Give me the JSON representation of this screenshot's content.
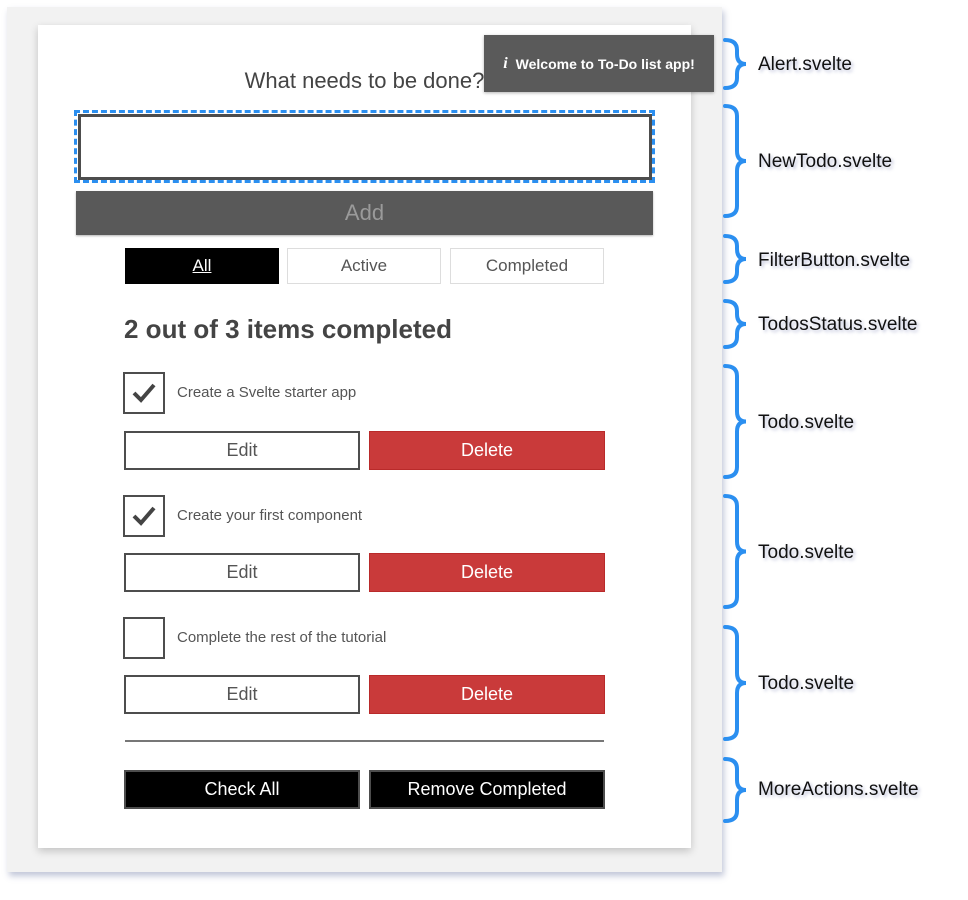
{
  "app": {
    "alert": {
      "icon": "info-icon",
      "icon_glyph": "i",
      "text": "Welcome to To-Do list app!"
    },
    "new_todo": {
      "heading": "What needs to be done?",
      "value": "",
      "add_label": "Add"
    },
    "filters": [
      {
        "label": "All",
        "selected": true
      },
      {
        "label": "Active",
        "selected": false
      },
      {
        "label": "Completed",
        "selected": false
      }
    ],
    "status": "2 out of 3 items completed",
    "todos": [
      {
        "label": "Create a Svelte starter app",
        "completed": true,
        "edit_label": "Edit",
        "delete_label": "Delete"
      },
      {
        "label": "Create your first component",
        "completed": true,
        "edit_label": "Edit",
        "delete_label": "Delete"
      },
      {
        "label": "Complete the rest of the tutorial",
        "completed": false,
        "edit_label": "Edit",
        "delete_label": "Delete"
      }
    ],
    "more_actions": {
      "check_all": "Check All",
      "remove_completed": "Remove Completed"
    }
  },
  "annotations": [
    "Alert.svelte",
    "NewTodo.svelte",
    "FilterButton.svelte",
    "TodosStatus.svelte",
    "Todo.svelte",
    "Todo.svelte",
    "Todo.svelte",
    "MoreActions.svelte"
  ],
  "colors": {
    "accent": "#2b8ff0",
    "delete": "#c93a3a",
    "alert_bg": "#5a5a5a",
    "add_bg": "#595959"
  }
}
